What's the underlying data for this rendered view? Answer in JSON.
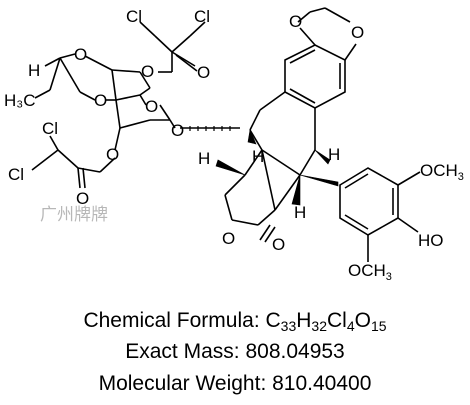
{
  "atom_labels": {
    "cl1": "Cl",
    "cl2": "Cl",
    "cl3": "Cl",
    "cl4": "Cl",
    "o_ester_top": "O",
    "o_ester_top_ring": "O",
    "o_sugar_ring1": "O",
    "o_sugar_ring2": "O",
    "o_sugar_ring3": "O",
    "o_glycoside": "O",
    "o_ester_left": "O",
    "o_ester_left_carbonyl": "O",
    "o_dioxole1": "O",
    "o_dioxole2": "O",
    "o_lactone_ring": "O",
    "o_lactone_carbonyl": "O",
    "h_acetal": "H",
    "h_top": "H",
    "h_right": "H",
    "h_left": "H",
    "h_bottom": "H",
    "methyl": "H₃C",
    "methoxy_top": "OCH",
    "methoxy_top_sub": "3",
    "hydroxy": "HO",
    "methoxy_bottom": "OCH",
    "methoxy_bottom_sub": "3"
  },
  "watermark": "广州牌牌",
  "formula": {
    "label": "Chemical Formula:",
    "parts": [
      {
        "t": "C",
        "s": "33"
      },
      {
        "t": "H",
        "s": "32"
      },
      {
        "t": "Cl",
        "s": "4"
      },
      {
        "t": "O",
        "s": "15"
      }
    ]
  },
  "exact_mass": {
    "label": "Exact Mass:",
    "value": "808.04953"
  },
  "molecular_weight": {
    "label": "Molecular Weight:",
    "value": "810.40400"
  }
}
